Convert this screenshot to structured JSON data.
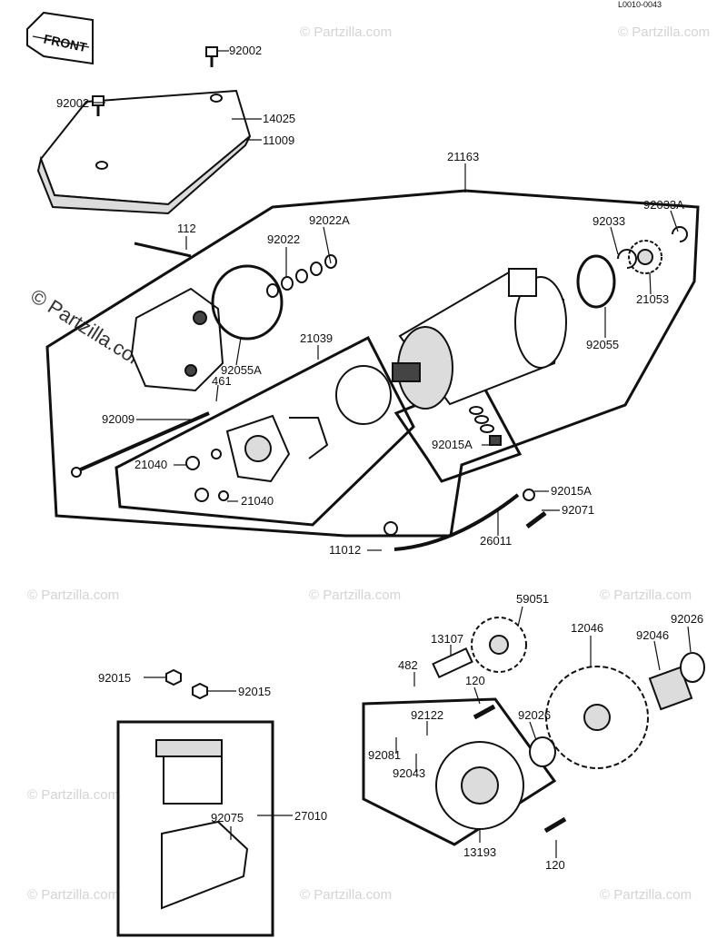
{
  "corner_code": "L0010-0043",
  "front_label": "FRONT",
  "watermark_text": "© Partzilla.com",
  "labels": {
    "p92002_top": "92002",
    "p92002_left": "92002",
    "p14025": "14025",
    "p11009": "11009",
    "p21163": "21163",
    "p112": "112",
    "p92022A": "92022A",
    "p92022": "92022",
    "p92033": "92033",
    "p92033A": "92033A",
    "p21053": "21053",
    "p92055": "92055",
    "p92055A": "92055A",
    "p21039": "21039",
    "p461": "461",
    "p92009": "92009",
    "p21040_a": "21040",
    "p21040_b": "21040",
    "p92015A_a": "92015A",
    "p92015A_b": "92015A",
    "p92071": "92071",
    "p26011": "26011",
    "p11012": "11012",
    "p59051": "59051",
    "p12046": "12046",
    "p92026_a": "92026",
    "p92046": "92046",
    "p13107": "13107",
    "p482": "482",
    "p120_a": "120",
    "p92015_a": "92015",
    "p92015_b": "92015",
    "p92122": "92122",
    "p92026_b": "92026",
    "p92081": "92081",
    "p92043": "92043",
    "p92075": "92075",
    "p27010": "27010",
    "p120_b": "120",
    "p13193": "13193"
  }
}
